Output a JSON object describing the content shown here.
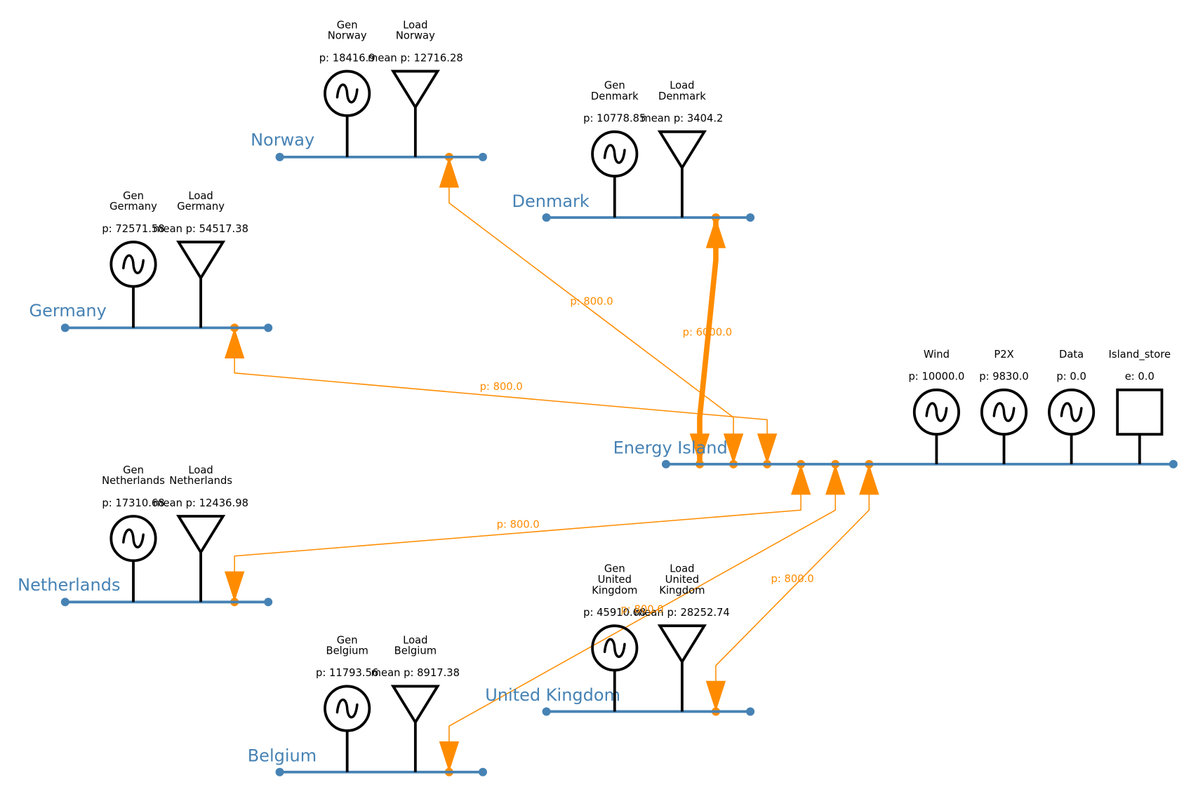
{
  "colors": {
    "bus": "#4682b4",
    "flow": "#ff8c00",
    "component": "#000000",
    "background": "#ffffff"
  },
  "buses": [
    {
      "id": "norway",
      "label": "Norway"
    },
    {
      "id": "denmark",
      "label": "Denmark"
    },
    {
      "id": "germany",
      "label": "Germany"
    },
    {
      "id": "island",
      "label": "Energy Island"
    },
    {
      "id": "netherlands",
      "label": "Netherlands"
    },
    {
      "id": "uk",
      "label": "United Kingdom"
    },
    {
      "id": "belgium",
      "label": "Belgium"
    }
  ],
  "components": [
    {
      "id": "gen-norway",
      "kind": "generator",
      "bus": "norway",
      "name_lines": [
        "Gen",
        "Norway"
      ],
      "value": "p: 18416.9"
    },
    {
      "id": "load-norway",
      "kind": "load",
      "bus": "norway",
      "name_lines": [
        "Load",
        "Norway"
      ],
      "value": "mean p: 12716.28"
    },
    {
      "id": "gen-denmark",
      "kind": "generator",
      "bus": "denmark",
      "name_lines": [
        "Gen",
        "Denmark"
      ],
      "value": "p: 10778.85"
    },
    {
      "id": "load-denmark",
      "kind": "load",
      "bus": "denmark",
      "name_lines": [
        "Load",
        "Denmark"
      ],
      "value": "mean p: 3404.2"
    },
    {
      "id": "gen-germany",
      "kind": "generator",
      "bus": "germany",
      "name_lines": [
        "Gen",
        "Germany"
      ],
      "value": "p: 72571.58"
    },
    {
      "id": "load-germany",
      "kind": "load",
      "bus": "germany",
      "name_lines": [
        "Load",
        "Germany"
      ],
      "value": "mean p: 54517.38"
    },
    {
      "id": "gen-netherlands",
      "kind": "generator",
      "bus": "netherlands",
      "name_lines": [
        "Gen",
        "Netherlands"
      ],
      "value": "p: 17310.68"
    },
    {
      "id": "load-netherlands",
      "kind": "load",
      "bus": "netherlands",
      "name_lines": [
        "Load",
        "Netherlands"
      ],
      "value": "mean p: 12436.98"
    },
    {
      "id": "gen-uk",
      "kind": "generator",
      "bus": "uk",
      "name_lines": [
        "Gen",
        "United",
        "Kingdom"
      ],
      "value": "p: 45910.68"
    },
    {
      "id": "load-uk",
      "kind": "load",
      "bus": "uk",
      "name_lines": [
        "Load",
        "United",
        "Kingdom"
      ],
      "value": "mean p: 28252.74"
    },
    {
      "id": "gen-belgium",
      "kind": "generator",
      "bus": "belgium",
      "name_lines": [
        "Gen",
        "Belgium"
      ],
      "value": "p: 11793.56"
    },
    {
      "id": "load-belgium",
      "kind": "load",
      "bus": "belgium",
      "name_lines": [
        "Load",
        "Belgium"
      ],
      "value": "mean p: 8917.38"
    },
    {
      "id": "wind",
      "kind": "generator",
      "bus": "island",
      "name_lines": [
        "Wind"
      ],
      "value": "p: 10000.0"
    },
    {
      "id": "p2x",
      "kind": "generator",
      "bus": "island",
      "name_lines": [
        "P2X"
      ],
      "value": "p: 9830.0"
    },
    {
      "id": "data",
      "kind": "generator",
      "bus": "island",
      "name_lines": [
        "Data"
      ],
      "value": "p: 0.0"
    },
    {
      "id": "island-store",
      "kind": "store",
      "bus": "island",
      "name_lines": [
        "Island_store"
      ],
      "value": "e: 0.0"
    }
  ],
  "links": [
    {
      "id": "island-norway",
      "from": "island",
      "to": "norway",
      "label": "p: 800.0",
      "flow": 800.0
    },
    {
      "id": "island-denmark",
      "from": "island",
      "to": "denmark",
      "label": "p: 6000.0",
      "flow": 6000.0
    },
    {
      "id": "island-germany",
      "from": "island",
      "to": "germany",
      "label": "p: 800.0",
      "flow": 800.0
    },
    {
      "id": "island-netherlands",
      "from": "island",
      "to": "netherlands",
      "label": "p: 800.0",
      "flow": 800.0
    },
    {
      "id": "island-belgium",
      "from": "island",
      "to": "belgium",
      "label": "p: 800.0",
      "flow": 800.0
    },
    {
      "id": "island-uk",
      "from": "island",
      "to": "uk",
      "label": "p: 800.0",
      "flow": 800.0
    }
  ]
}
